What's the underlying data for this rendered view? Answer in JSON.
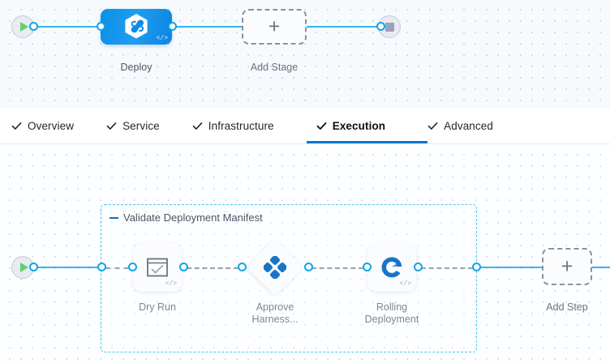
{
  "theme": {
    "accent_blue": "#0278d5",
    "link_blue": "#35b5f0",
    "port_blue": "#0ea5ea",
    "group_border": "#4ec3f0",
    "stage_canvas_bg": "#f6fafd",
    "exec_canvas_bg": "#fdfeff",
    "play_green": "#5fd16b",
    "stop_grey": "#9ea2b8",
    "dashed_grey": "#8b90a0",
    "caption_grey": "#4f5662"
  },
  "stage_graph": {
    "start_node": {
      "name": "pipeline-start",
      "icon": "play-icon"
    },
    "end_node": {
      "name": "pipeline-end",
      "icon": "stop-icon"
    },
    "stages": [
      {
        "label": "Deploy",
        "icon": "harness-hexagon-icon",
        "code_badge": "</>",
        "selected": true
      },
      {
        "label": "Add Stage",
        "icon": "plus-icon",
        "type": "add"
      }
    ]
  },
  "tabs": {
    "check_icon": "check-icon",
    "items": [
      {
        "label": "Overview",
        "active": false,
        "checked": true
      },
      {
        "label": "Service",
        "active": false,
        "checked": true
      },
      {
        "label": "Infrastructure",
        "active": false,
        "checked": true
      },
      {
        "label": "Execution",
        "active": true,
        "checked": true
      },
      {
        "label": "Advanced",
        "active": false,
        "checked": true
      }
    ]
  },
  "execution_graph": {
    "start_node": {
      "name": "execution-start",
      "icon": "play-icon"
    },
    "step_group": {
      "title": "Validate Deployment Manifest",
      "collapse_icon": "minus-icon",
      "steps": [
        {
          "label": "Dry Run",
          "icon": "verify-checkbox-icon",
          "code_badge": "</>",
          "shape": "card"
        },
        {
          "label": "Approve\nHarness...",
          "icon": "approval-diamond-icon",
          "shape": "diamond"
        },
        {
          "label": "Rolling\nDeployment",
          "icon": "rolling-deployment-icon",
          "code_badge": "</>",
          "shape": "card"
        }
      ]
    },
    "add_step": {
      "label": "Add Step",
      "icon": "plus-icon",
      "type": "add"
    }
  }
}
